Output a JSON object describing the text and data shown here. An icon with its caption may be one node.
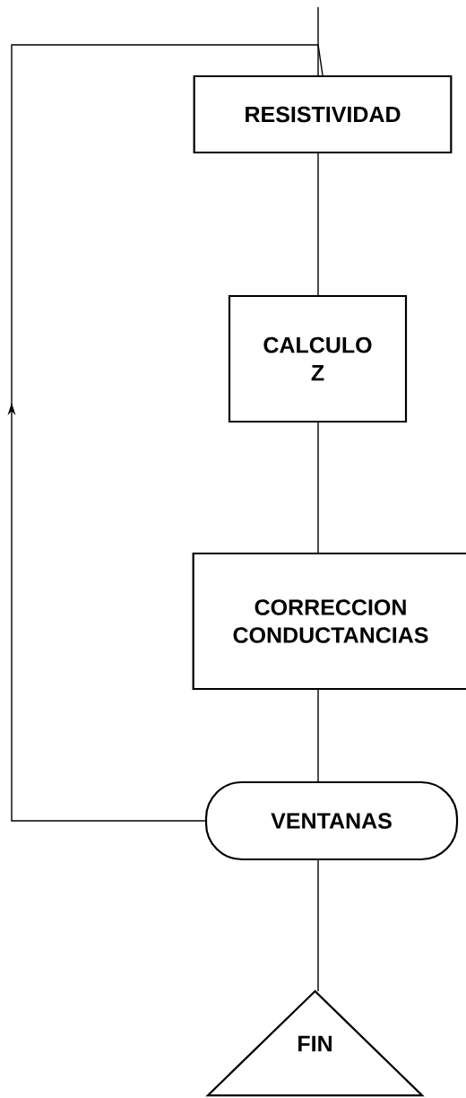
{
  "diagram": {
    "nodes": [
      {
        "text": [
          "RESISTIVIDAD"
        ]
      },
      {
        "text": [
          "CALCULO Z"
        ]
      },
      {
        "text": [
          "CORRECCION CONDUCTANCIAS"
        ]
      },
      {
        "text": [
          "VENTANAS"
        ]
      },
      {
        "text": [
          "FIN"
        ]
      }
    ],
    "edges": [
      {
        "from": null,
        "to": 0,
        "arrow": "none"
      },
      {
        "from": 0,
        "to": 1,
        "arrow": "none"
      },
      {
        "from": 1,
        "to": 2,
        "arrow": "none"
      },
      {
        "from": 2,
        "to": 3,
        "arrow": "none"
      },
      {
        "from": 3,
        "to": 4,
        "arrow": "none"
      },
      {
        "from": 3,
        "to": 0,
        "arrow": "to"
      }
    ]
  }
}
